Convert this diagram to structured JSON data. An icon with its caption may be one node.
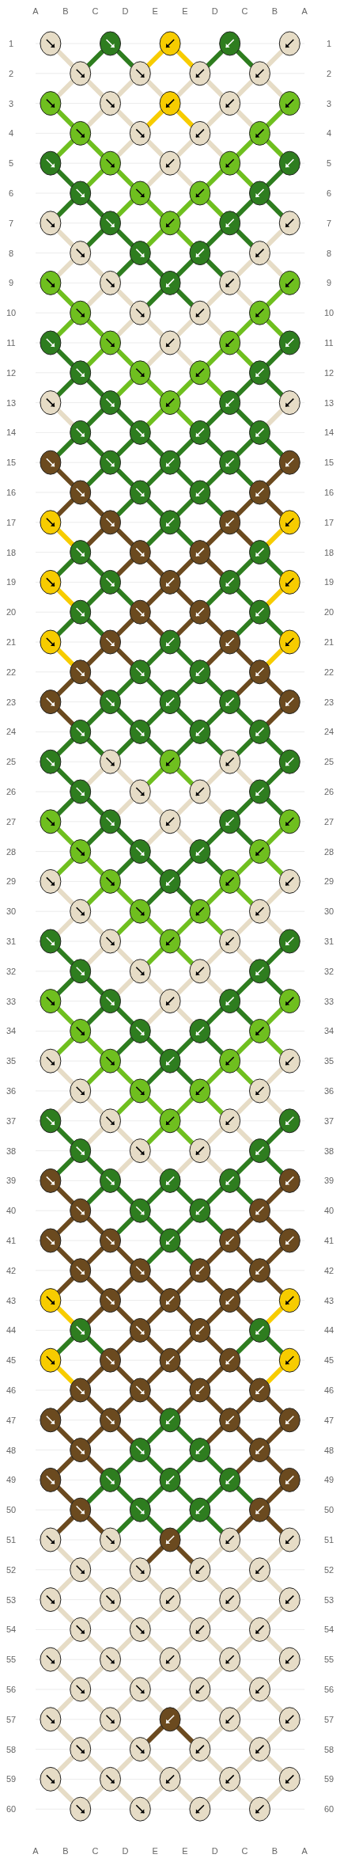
{
  "diagram": {
    "labels": [
      "A",
      "B",
      "C",
      "D",
      "E",
      "E",
      "D",
      "C",
      "B",
      "A",
      "1",
      "1",
      "2",
      "2",
      "3",
      "3",
      "4",
      "4",
      "5",
      "5",
      "6",
      "6",
      "7",
      "7",
      "8",
      "8",
      "9",
      "9",
      "10",
      "10",
      "11",
      "11",
      "12",
      "12",
      "13",
      "13",
      "14",
      "14",
      "15",
      "15",
      "16",
      "16",
      "17",
      "17",
      "18",
      "18",
      "19",
      "19",
      "20",
      "20",
      "21",
      "21",
      "22",
      "22",
      "23",
      "23",
      "24",
      "24",
      "25",
      "25",
      "26",
      "26",
      "27",
      "27",
      "28",
      "28",
      "29",
      "29",
      "30",
      "30",
      "31",
      "31",
      "32",
      "32",
      "33",
      "33",
      "34",
      "34",
      "35",
      "35",
      "36",
      "36",
      "37",
      "37",
      "38",
      "38",
      "39",
      "39",
      "40",
      "40",
      "41",
      "41",
      "42",
      "42",
      "43",
      "43",
      "44",
      "44",
      "45",
      "45",
      "46",
      "46",
      "47",
      "47",
      "48",
      "48",
      "49",
      "49",
      "50",
      "50",
      "51",
      "51",
      "52",
      "52",
      "53",
      "53",
      "54",
      "54",
      "55",
      "55",
      "56",
      "56",
      "57",
      "57",
      "58",
      "58",
      "59",
      "59",
      "60",
      "60",
      "A",
      "B",
      "C",
      "D",
      "E",
      "E",
      "D",
      "C",
      "B",
      "A"
    ]
  }
}
